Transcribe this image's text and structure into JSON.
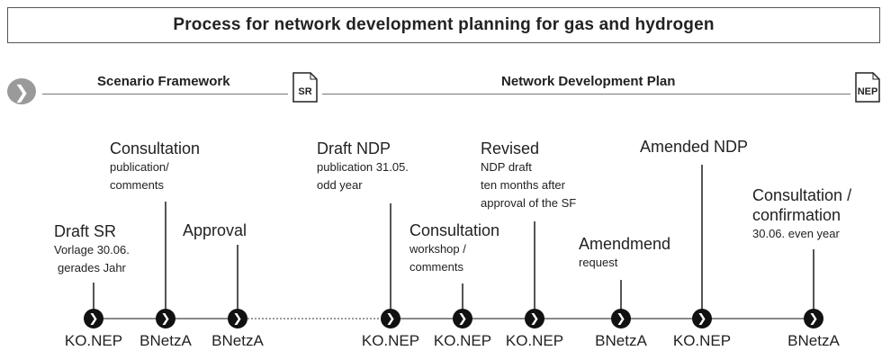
{
  "title": "Process for network development planning for gas and hydrogen",
  "phases": [
    {
      "label": "Scenario Framework",
      "doc": "SR"
    },
    {
      "label": "Network Development Plan",
      "doc": "NEP"
    }
  ],
  "icons": {
    "start": "chevron-right-circle-icon",
    "node": "chevron-right-circle-icon",
    "doc": "document-icon"
  },
  "colors": {
    "node": "#111111",
    "start": "#9a9a9a",
    "line": "#8a8a8a"
  },
  "steps": [
    {
      "heading": "Draft SR",
      "sub": [
        "Vorlage 30.06.",
        "gerades Jahr"
      ],
      "actor": "KO.NEP"
    },
    {
      "heading": "Consultation",
      "sub": [
        "publication/",
        "comments"
      ],
      "actor": "BNetzA"
    },
    {
      "heading": "Approval",
      "sub": [],
      "actor": "BNetzA"
    },
    {
      "heading": "Draft NDP",
      "sub": [
        "publication 31.05.",
        "odd year"
      ],
      "actor": "KO.NEP"
    },
    {
      "heading": "Consultation",
      "sub": [
        "workshop  /",
        "comments"
      ],
      "actor": "KO.NEP"
    },
    {
      "heading": "Revised",
      "sub": [
        "NDP draft",
        "ten months after",
        "approval of the SF"
      ],
      "actor": "KO.NEP"
    },
    {
      "heading": "Amendmend",
      "sub": [
        "request"
      ],
      "actor": "BNetzA"
    },
    {
      "heading": "Amended NDP",
      "sub": [],
      "actor": "KO.NEP"
    },
    {
      "heading": "Consultation /",
      "heading2": "confirmation",
      "sub": [
        "30.06. even year"
      ],
      "actor": "BNetzA"
    }
  ]
}
